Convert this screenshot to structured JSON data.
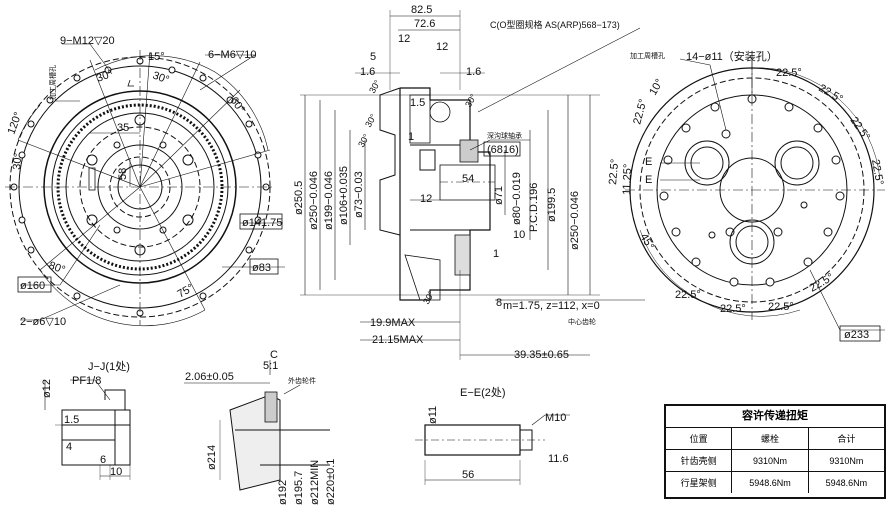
{
  "left_view": {
    "thread_top": "9−M12▽20",
    "thread_right": "6−M6▽10",
    "angle_15": "15°",
    "angle_30a": "30°",
    "angle_30b": "30°",
    "angle_60": "60°",
    "angle_120": "120°",
    "angle_30_left": "30°",
    "angle_80": "80°",
    "angle_75": "75°",
    "dim_35": "35",
    "dim_58": "58",
    "dim_141": "ø141.75",
    "dim_83": "ø83",
    "dim_160": "ø160",
    "holes_bottom": "2−ø6▽10",
    "note": "加工周槽孔"
  },
  "section_view": {
    "dim_82_5": "82.5",
    "dim_72_6": "72.6",
    "dim_12_top": "12",
    "dim_5": "5",
    "dim_1_6a": "1.6",
    "dim_1_6b": "1.6",
    "dim_1_5": "1.5",
    "dim_30a": "30°",
    "dim_30b": "30°",
    "dim_30c": "30°",
    "dim_30d": "30°",
    "dim_1": "1",
    "dim_250_5": "ø250.5",
    "dim_250a": "ø250−0.046",
    "dim_199": "ø199−0.046",
    "dim_106": "ø106+0.035",
    "dim_73": "ø73−0.03",
    "dim_71": "ø71",
    "dim_80": "ø80−0.019",
    "dim_pcd": "P.C.D.196",
    "dim_199_5": "ø199.5",
    "dim_250b": "ø250−0.046",
    "dim_54": "54",
    "dim_12_mid": "12",
    "dim_10": "10",
    "dim_1_b": "1",
    "dim_8": "8",
    "gear_spec": "m=1.75, z=112, x=0",
    "max_19": "19.9MAX",
    "max_21": "21.15MAX",
    "dim_39": "39.35±0.65",
    "o_ring": "C(O型圈规格 AS(ARP)568−173)",
    "bearing_label": "深沟球轴承",
    "bearing_code": "(6816)",
    "center_note": "中心齿轮"
  },
  "right_view": {
    "holes": "14−ø11（安装孔）",
    "note": "加工周槽孔",
    "angle_22_5": "22.5°",
    "angle_10": "10°",
    "angle_11_25": "11.25°",
    "angle_45": "45°",
    "label_e": "E",
    "dim_233": "ø233"
  },
  "jj_view": {
    "title": "J−J(1处)",
    "thread": "PF1/8",
    "dim_12": "ø12",
    "dim_1_5": "1.5",
    "dim_4": "4",
    "dim_6": "6",
    "dim_10": "10"
  },
  "c_view": {
    "title": "C",
    "scale": "5:1",
    "dim_206": "2.06±0.05",
    "label": "外齿轮件",
    "dim_214": "ø214",
    "dim_192": "ø192",
    "dim_195_7": "ø195.7",
    "dim_212": "ø212MIN",
    "dim_220": "ø220±0.1"
  },
  "ee_view": {
    "title": "E−E(2处)",
    "dim_11": "ø11",
    "thread": "M10",
    "dim_11_6": "11.6",
    "dim_56": "56"
  },
  "torque_table": {
    "title": "容许传递扭矩",
    "headers": [
      "位置",
      "螺栓",
      "合计"
    ],
    "rows": [
      [
        "针齿壳侧",
        "9310Nm",
        "9310Nm"
      ],
      [
        "行星架侧",
        "5948.6Nm",
        "5948.6Nm"
      ]
    ]
  }
}
